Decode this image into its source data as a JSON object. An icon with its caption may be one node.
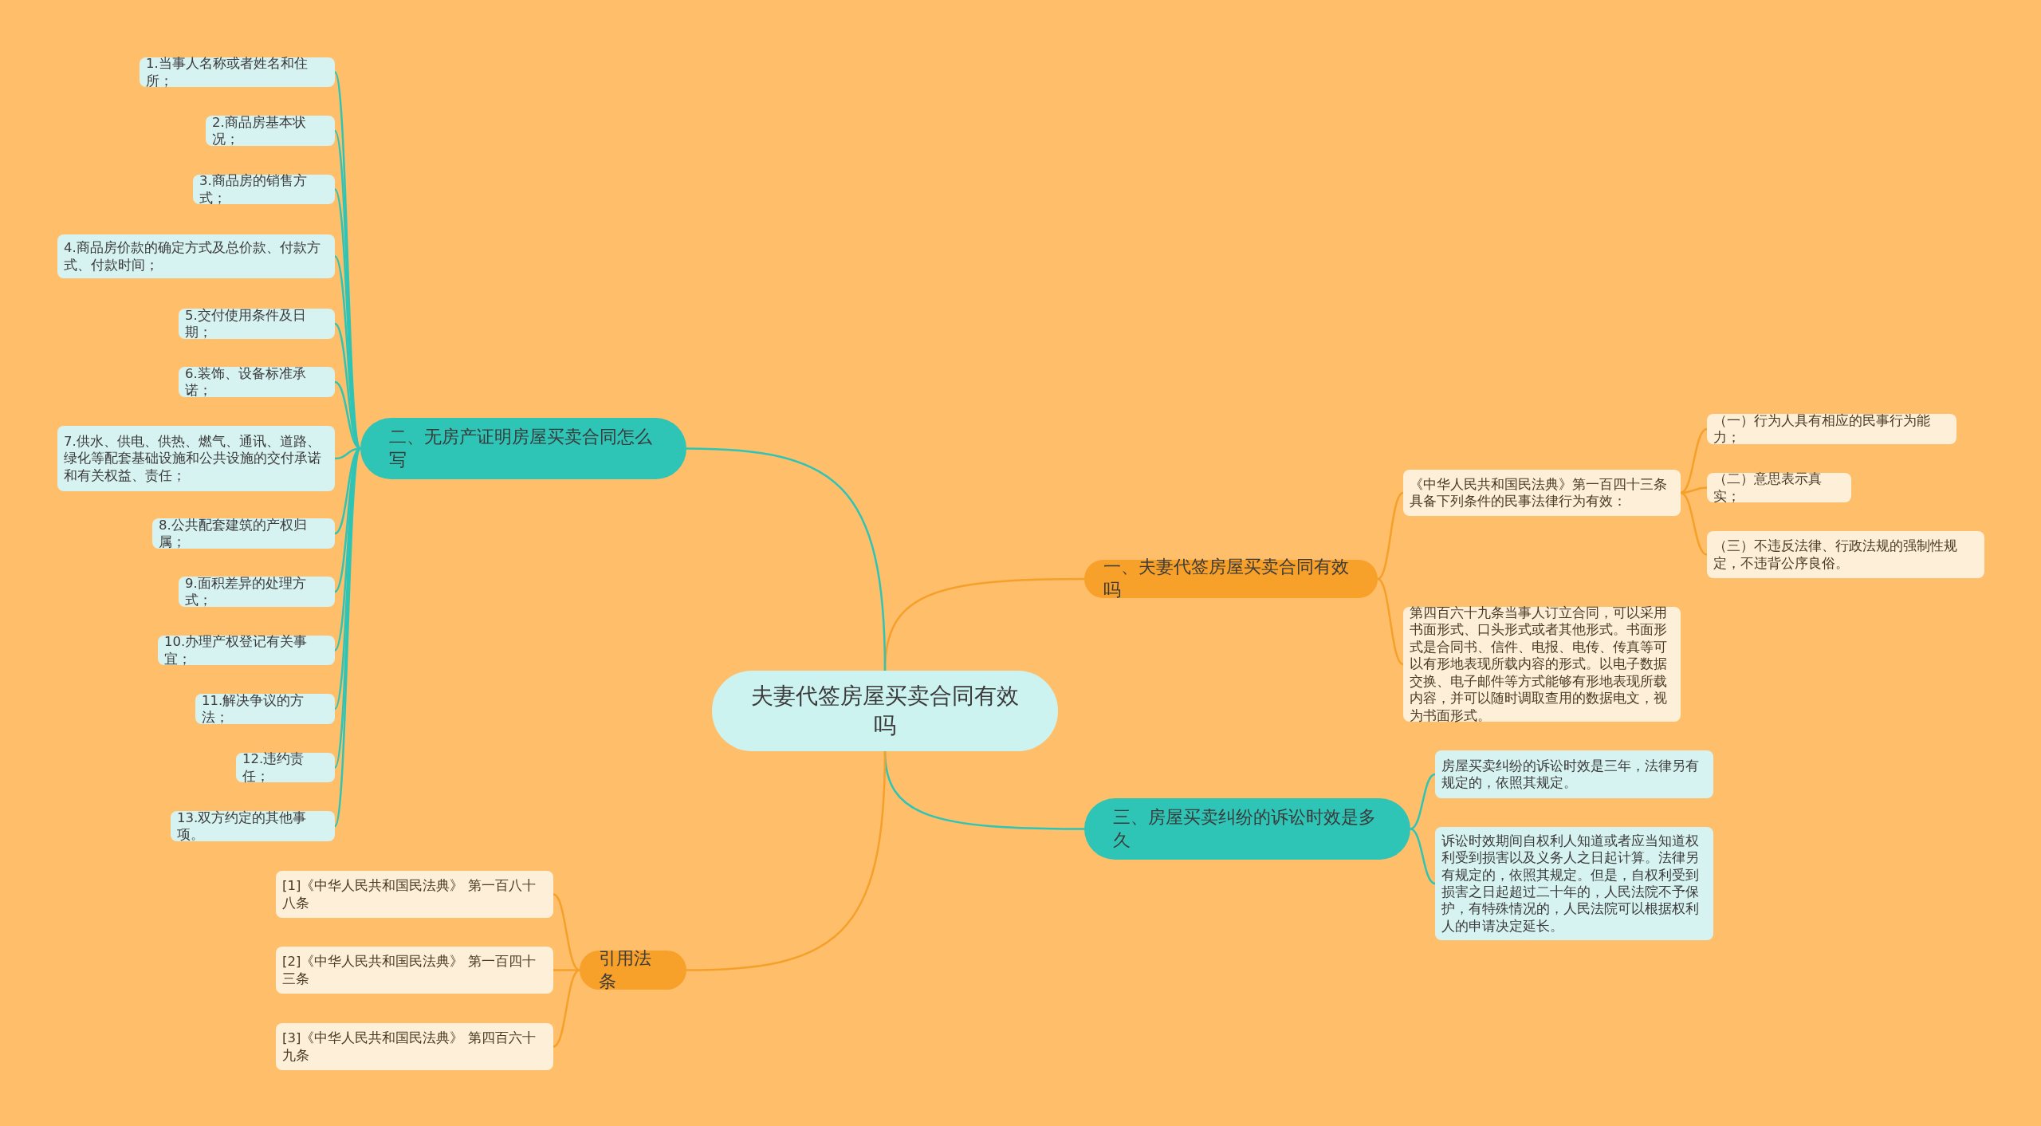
{
  "diagram": {
    "nodes": [
      {
        "text": [
          "夫妻代签房屋买卖合同有效吗"
        ]
      },
      {
        "text": [
          "一、夫妻代签房屋买卖合同有效吗"
        ]
      },
      {
        "text": [
          "《中华人民共和国民法典》第一百四十三条具备下列条件的民事法律行为有效："
        ]
      },
      {
        "text": [
          "（一）行为人具有相应的民事行为能力；"
        ]
      },
      {
        "text": [
          "（二）意思表示真实；"
        ]
      },
      {
        "text": [
          "（三）不违反法律、行政法规的强制性规定，不违背公序良俗。"
        ]
      },
      {
        "text": [
          "第四百六十九条当事人订立合同，可以采用书面形式、口头形式或者其他形式。书面形式是合同书、信件、电报、电传、传真等可以有形地表现所载内容的形式。以电子数据交换、电子邮件等方式能够有形地表现所载内容，并可以随时调取查用的数据电文，视为书面形式。"
        ]
      },
      {
        "text": [
          "三、房屋买卖纠纷的诉讼时效是多久"
        ]
      },
      {
        "text": [
          "房屋买卖纠纷的诉讼时效是三年，法律另有规定的，依照其规定。"
        ]
      },
      {
        "text": [
          "诉讼时效期间自权利人知道或者应当知道权利受到损害以及义务人之日起计算。法律另有规定的，依照其规定。但是，自权利受到损害之日起超过二十年的，人民法院不予保护，有特殊情况的，人民法院可以根据权利人的申请决定延长。"
        ]
      },
      {
        "text": [
          "二、无房产证明房屋买卖合同怎么写"
        ]
      },
      {
        "text": [
          "1.当事人名称或者姓名和住所；"
        ]
      },
      {
        "text": [
          "2.商品房基本状况；"
        ]
      },
      {
        "text": [
          "3.商品房的销售方式；"
        ]
      },
      {
        "text": [
          "4.商品房价款的确定方式及总价款、付款方式、付款时间；"
        ]
      },
      {
        "text": [
          "5.交付使用条件及日期；"
        ]
      },
      {
        "text": [
          "6.装饰、设备标准承诺；"
        ]
      },
      {
        "text": [
          "7.供水、供电、供热、燃气、通讯、道路、绿化等配套基础设施和公共设施的交付承诺和有关权益、责任；"
        ]
      },
      {
        "text": [
          "8.公共配套建筑的产权归属；"
        ]
      },
      {
        "text": [
          "9.面积差异的处理方式；"
        ]
      },
      {
        "text": [
          "10.办理产权登记有关事宜；"
        ]
      },
      {
        "text": [
          "11.解决争议的方法；"
        ]
      },
      {
        "text": [
          "12.违约责任；"
        ]
      },
      {
        "text": [
          "13.双方约定的其他事项。"
        ]
      },
      {
        "text": [
          "引用法条"
        ]
      },
      {
        "text": [
          "[1]《中华人民共和国民法典》 第一百八十八条"
        ]
      },
      {
        "text": [
          "[2]《中华人民共和国民法典》 第一百四十三条"
        ]
      },
      {
        "text": [
          "[3]《中华人民共和国民法典》 第四百六十九条"
        ]
      }
    ],
    "edges": [
      {
        "from": 0,
        "to": 1,
        "arrow": "none",
        "color": "#f5a02a"
      },
      {
        "from": 1,
        "to": 2,
        "arrow": "none",
        "color": "#f5a02a"
      },
      {
        "from": 2,
        "to": 3,
        "arrow": "none",
        "color": "#f5a02a"
      },
      {
        "from": 2,
        "to": 4,
        "arrow": "none",
        "color": "#f5a02a"
      },
      {
        "from": 2,
        "to": 5,
        "arrow": "none",
        "color": "#f5a02a"
      },
      {
        "from": 1,
        "to": 6,
        "arrow": "none",
        "color": "#f5a02a"
      },
      {
        "from": 0,
        "to": 7,
        "arrow": "none"
      },
      {
        "from": 7,
        "to": 8,
        "arrow": "none"
      },
      {
        "from": 7,
        "to": 9,
        "arrow": "none"
      },
      {
        "from": 0,
        "to": 10,
        "arrow": "none"
      },
      {
        "from": 10,
        "to": 11,
        "arrow": "none"
      },
      {
        "from": 10,
        "to": 12,
        "arrow": "none"
      },
      {
        "from": 10,
        "to": 13,
        "arrow": "none"
      },
      {
        "from": 10,
        "to": 14,
        "arrow": "none"
      },
      {
        "from": 10,
        "to": 15,
        "arrow": "none"
      },
      {
        "from": 10,
        "to": 16,
        "arrow": "none"
      },
      {
        "from": 10,
        "to": 17,
        "arrow": "none"
      },
      {
        "from": 10,
        "to": 18,
        "arrow": "none"
      },
      {
        "from": 10,
        "to": 19,
        "arrow": "none"
      },
      {
        "from": 10,
        "to": 20,
        "arrow": "none"
      },
      {
        "from": 10,
        "to": 21,
        "arrow": "none"
      },
      {
        "from": 10,
        "to": 22,
        "arrow": "none"
      },
      {
        "from": 10,
        "to": 23,
        "arrow": "none"
      },
      {
        "from": 0,
        "to": 24,
        "arrow": "none",
        "color": "#f5a02a"
      },
      {
        "from": 24,
        "to": 25,
        "arrow": "none",
        "color": "#f5a02a"
      },
      {
        "from": 24,
        "to": 26,
        "arrow": "none",
        "color": "#f5a02a"
      },
      {
        "from": 24,
        "to": 27,
        "arrow": "none",
        "color": "#f5a02a"
      }
    ]
  }
}
